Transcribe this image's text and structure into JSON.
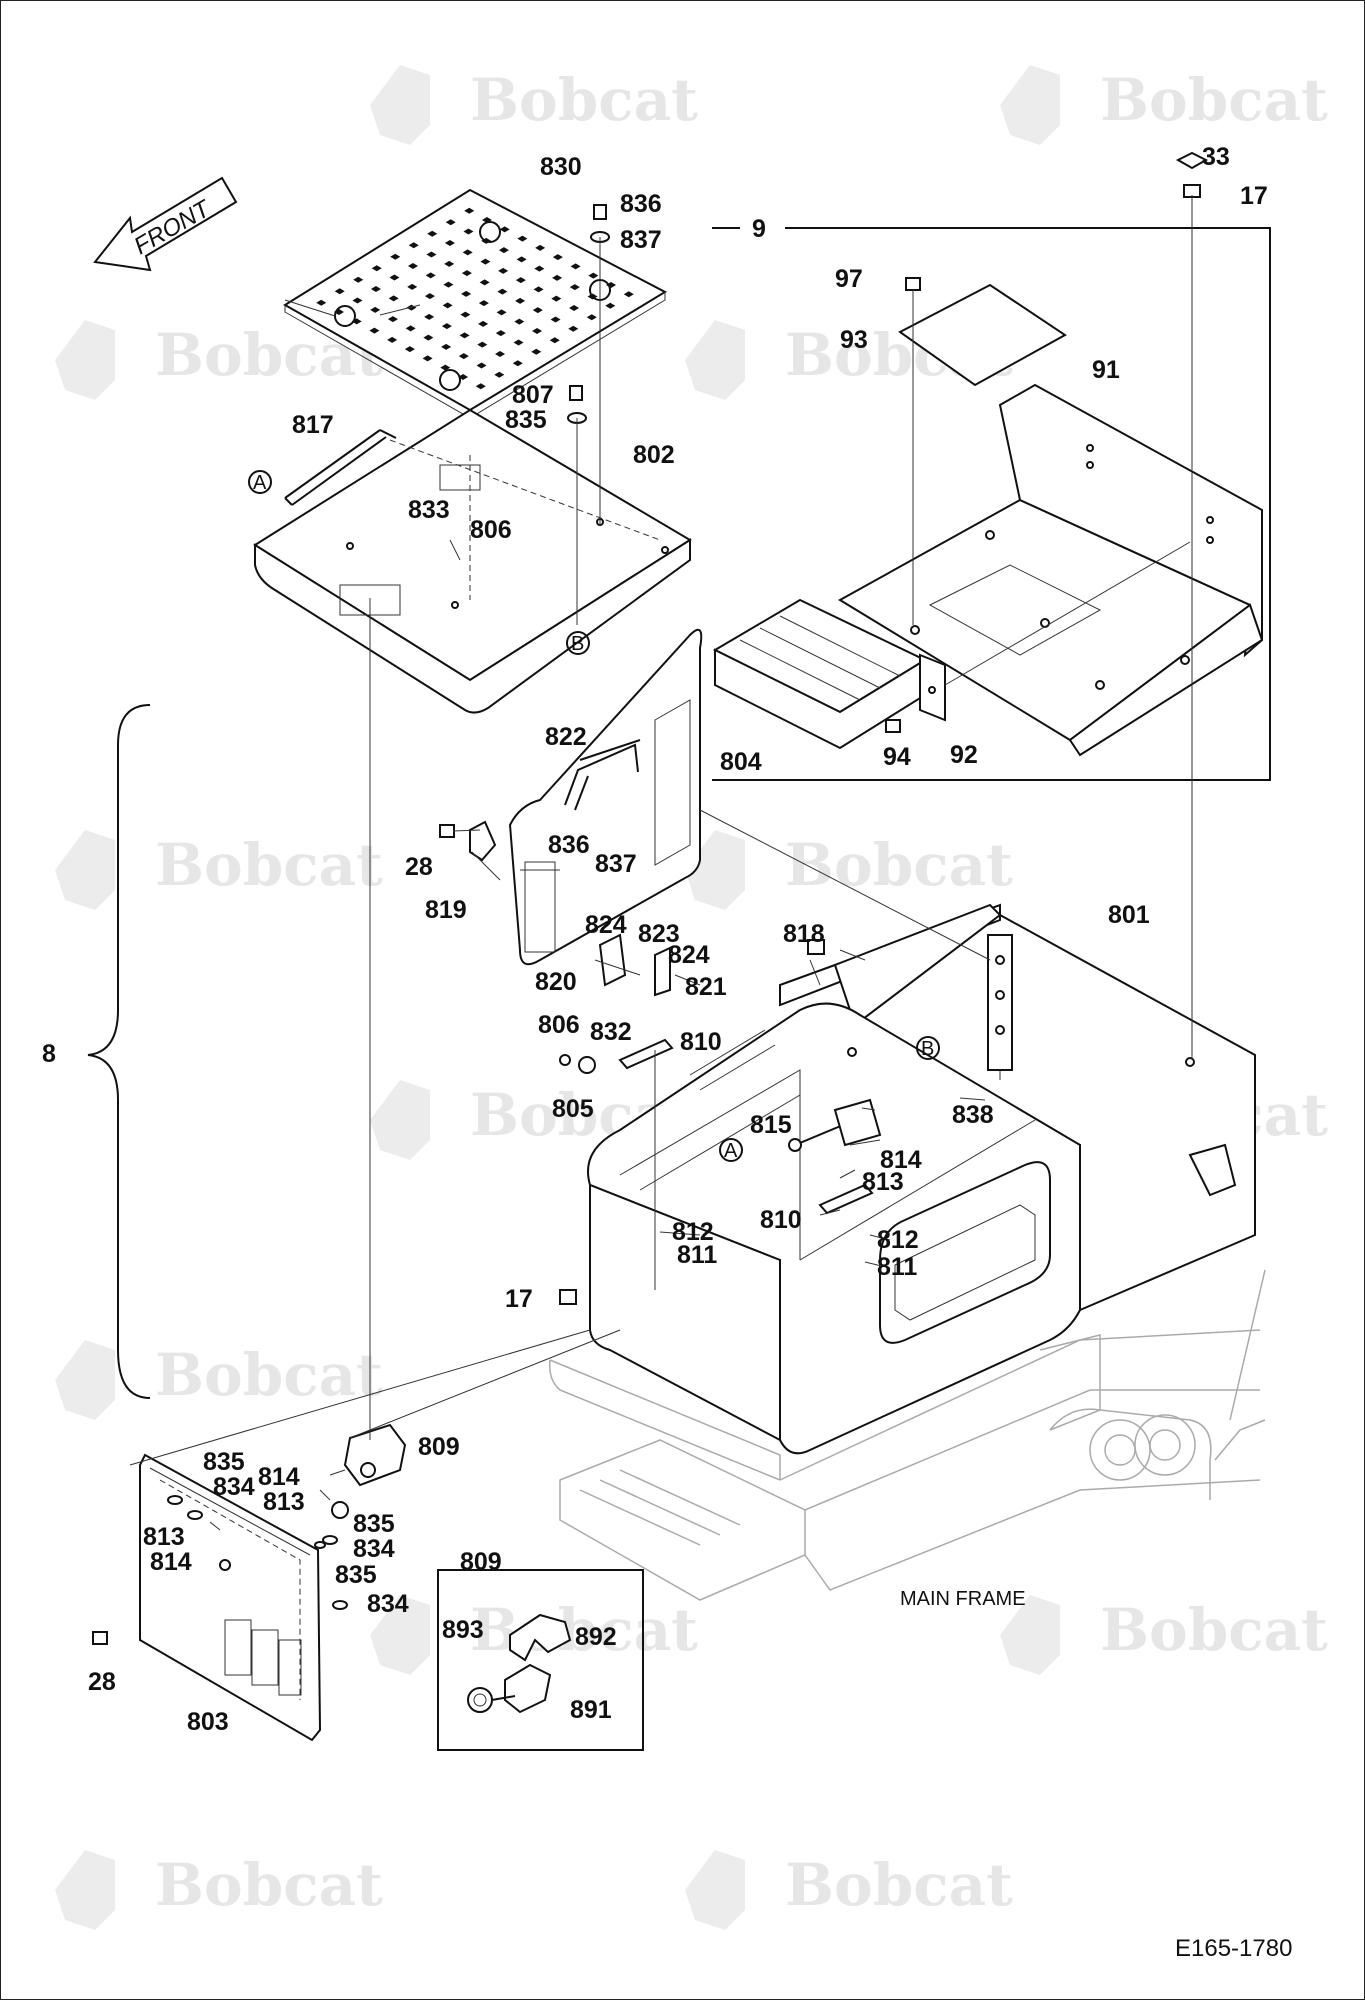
{
  "watermark": "Bobcat",
  "front_label": "FRONT",
  "main_frame_label": "MAIN FRAME",
  "drawing_code": "E165-1780",
  "group_labels": {
    "group_8": "8",
    "group_9": "9",
    "detail_809": "809"
  },
  "ref_markers": {
    "a": "A",
    "b": "B"
  },
  "callouts": {
    "c830": "830",
    "c836a": "836",
    "c837a": "837",
    "c807": "807",
    "c835a": "835",
    "c817": "817",
    "c833": "833",
    "c806a": "806",
    "c802": "802",
    "c33": "33",
    "c17a": "17",
    "c97": "97",
    "c93": "93",
    "c91": "91",
    "c94": "94",
    "c92": "92",
    "c822": "822",
    "c804": "804",
    "c28a": "28",
    "c836b": "836",
    "c837b": "837",
    "c819": "819",
    "c824a": "824",
    "c823": "823",
    "c824b": "824",
    "c820": "820",
    "c821": "821",
    "c818": "818",
    "c801": "801",
    "c806b": "806",
    "c832": "832",
    "c810a": "810",
    "c805": "805",
    "c815": "815",
    "c838": "838",
    "c814a": "814",
    "c813a": "813",
    "c810b": "810",
    "c812a": "812",
    "c811a": "811",
    "c812b": "812",
    "c811b": "811",
    "c17b": "17",
    "c809": "809",
    "c835b": "835",
    "c834a": "834",
    "c814b": "814",
    "c813b": "813",
    "c813c": "813",
    "c814c": "814",
    "c835c": "835",
    "c834b": "834",
    "c835d": "835",
    "c834c": "834",
    "c28b": "28",
    "c803": "803",
    "c893": "893",
    "c892": "892",
    "c891": "891"
  }
}
